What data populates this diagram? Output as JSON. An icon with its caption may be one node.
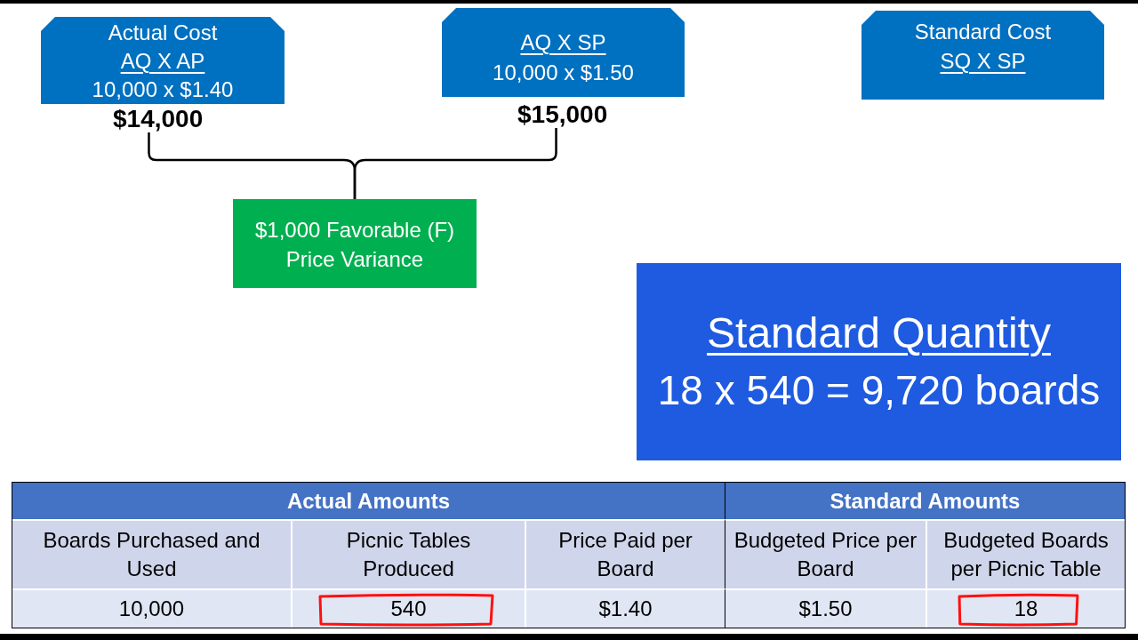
{
  "diagram": {
    "nodes": [
      {
        "text": [
          "Actual Cost",
          "AQ X AP",
          "10,000 x $1.40"
        ]
      },
      {
        "text": [
          "$14,000"
        ]
      },
      {
        "text": [
          "AQ X SP",
          "10,000 x $1.50"
        ]
      },
      {
        "text": [
          "$15,000"
        ]
      },
      {
        "text": [
          "Standard Cost",
          "SQ X SP"
        ]
      },
      {
        "text": [
          "$1,000 Favorable (F)",
          "Price Variance"
        ]
      },
      {
        "text": [
          "Standard Quantity",
          "18 x 540 = 9,720 boards"
        ]
      }
    ],
    "edges": [
      {
        "from": 1,
        "to": 5,
        "arrow": "none"
      },
      {
        "from": 3,
        "to": 5,
        "arrow": "none"
      }
    ],
    "labels": [
      "Actual Amounts",
      "Standard Amounts",
      "Boards Purchased and Used",
      "Picnic Tables Produced",
      "Price Paid per Board",
      "Budgeted Price per Board",
      "Budgeted Boards per Picnic Table",
      "10,000",
      "540",
      "$1.40",
      "$1.50",
      "18"
    ]
  }
}
